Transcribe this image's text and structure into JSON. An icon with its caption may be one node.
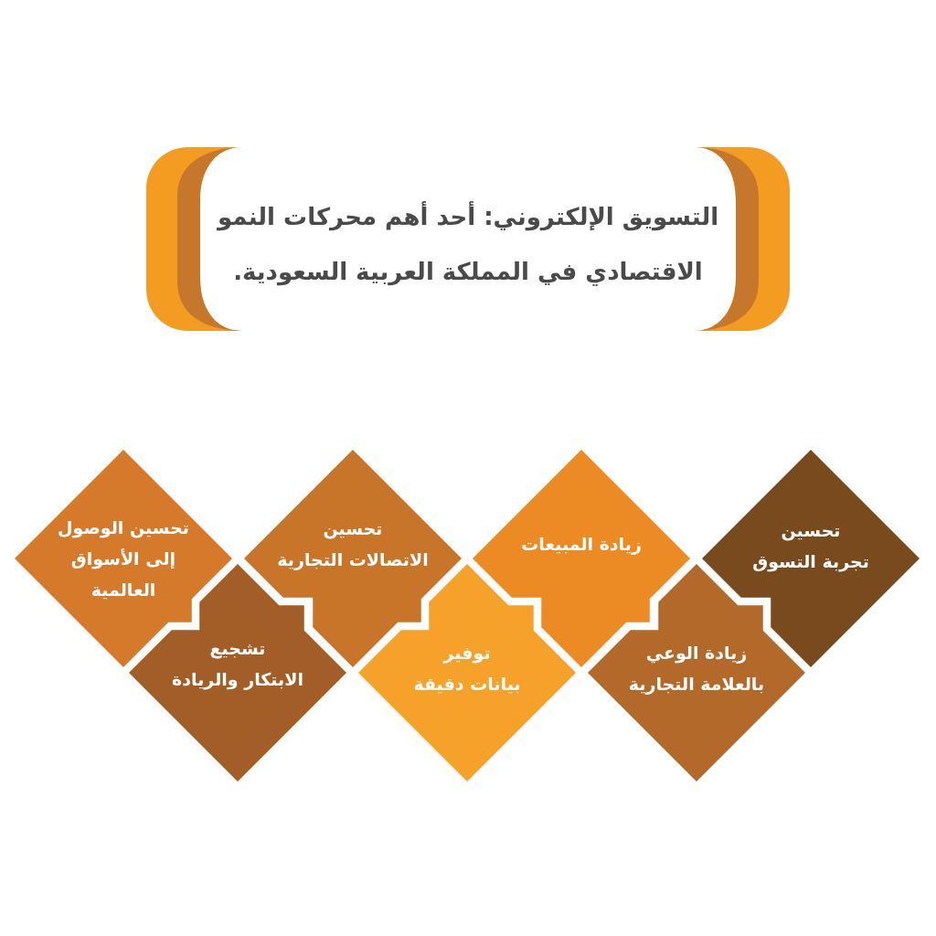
{
  "diagram": {
    "title": "التسويق الإلكتروني: أحد أهم محركات النمو الاقتصادي في المملكة العربية السعودية.",
    "nodes": [
      {
        "text": [
          "تحسين تجربة التسوق"
        ]
      },
      {
        "text": [
          "زيادة الوعي بالعلامة التجارية"
        ]
      },
      {
        "text": [
          "زيادة المبيعات"
        ]
      },
      {
        "text": [
          "توفير بيانات دقيقة"
        ]
      },
      {
        "text": [
          "تحسين الاتصالات التجارية"
        ]
      },
      {
        "text": [
          "تشجيع الابتكار والريادة"
        ]
      },
      {
        "text": [
          "تحسين الوصول إلى الأسواق العالمية"
        ]
      }
    ]
  }
}
